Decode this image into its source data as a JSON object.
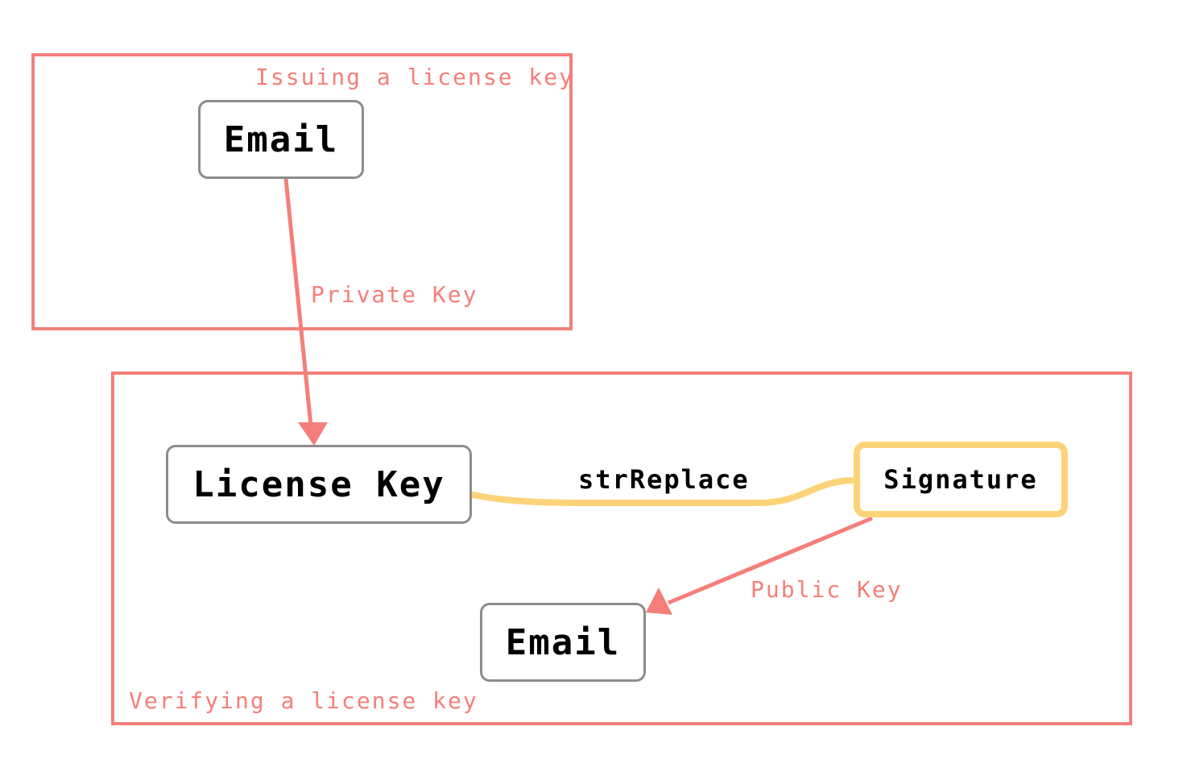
{
  "groups": {
    "issuing": {
      "label": "Issuing a license key"
    },
    "verifying": {
      "label": "Verifying a license key"
    }
  },
  "nodes": {
    "email_issue": {
      "label": "Email"
    },
    "license_key": {
      "label": "License Key"
    },
    "signature": {
      "label": "Signature"
    },
    "email_verify": {
      "label": "Email"
    }
  },
  "edges": {
    "private_key": {
      "label": "Private Key"
    },
    "str_replace": {
      "label": "strReplace"
    },
    "public_key": {
      "label": "Public Key"
    }
  },
  "colors": {
    "group_border": "#f47f7a",
    "arrow": "#f47f7a",
    "node_border": "#8c8c8c",
    "highlight": "#fdd37a"
  }
}
